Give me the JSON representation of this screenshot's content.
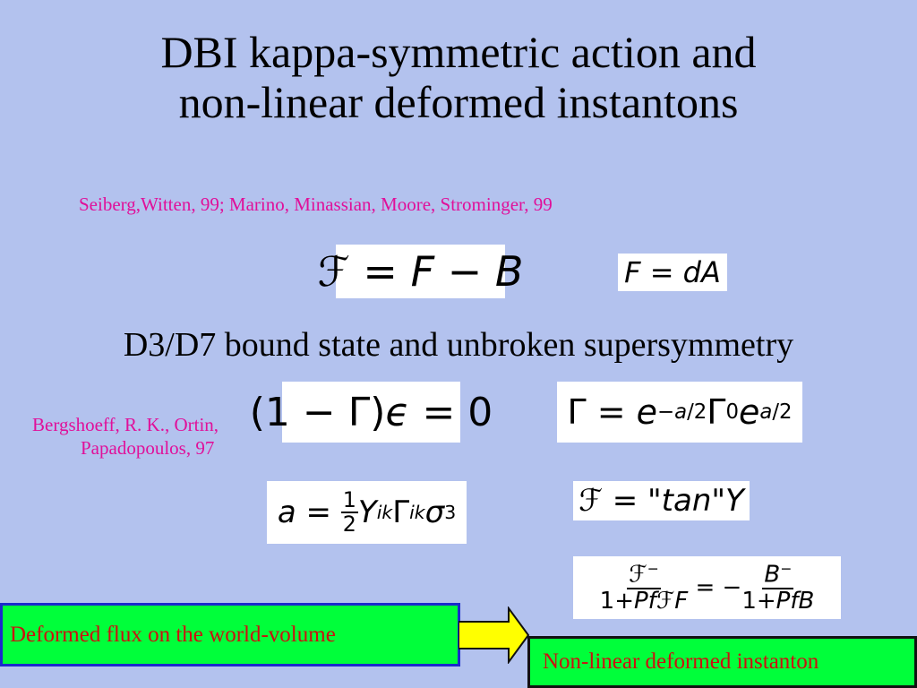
{
  "title_line1": "DBI kappa-symmetric action and",
  "title_line2": "non-linear deformed instantons",
  "citation_top": "Seiberg,Witten, 99; Marino, Minassian, Moore, Strominger, 99",
  "subtitle": "D3/D7 bound state and unbroken supersymmetry",
  "citation_left_line1": "Bergshoeff, R. K., Ortin,",
  "citation_left_line2": "Papadopoulos, 97",
  "box_left_label": "Deformed flux on the world-volume",
  "box_right_label": "Non-linear deformed instanton",
  "colors": {
    "background": "#b3c2ee",
    "citation": "#e0109a",
    "box_fill": "#00ff3a",
    "box_text": "#cc1010",
    "arrow_fill": "#ffff00"
  }
}
